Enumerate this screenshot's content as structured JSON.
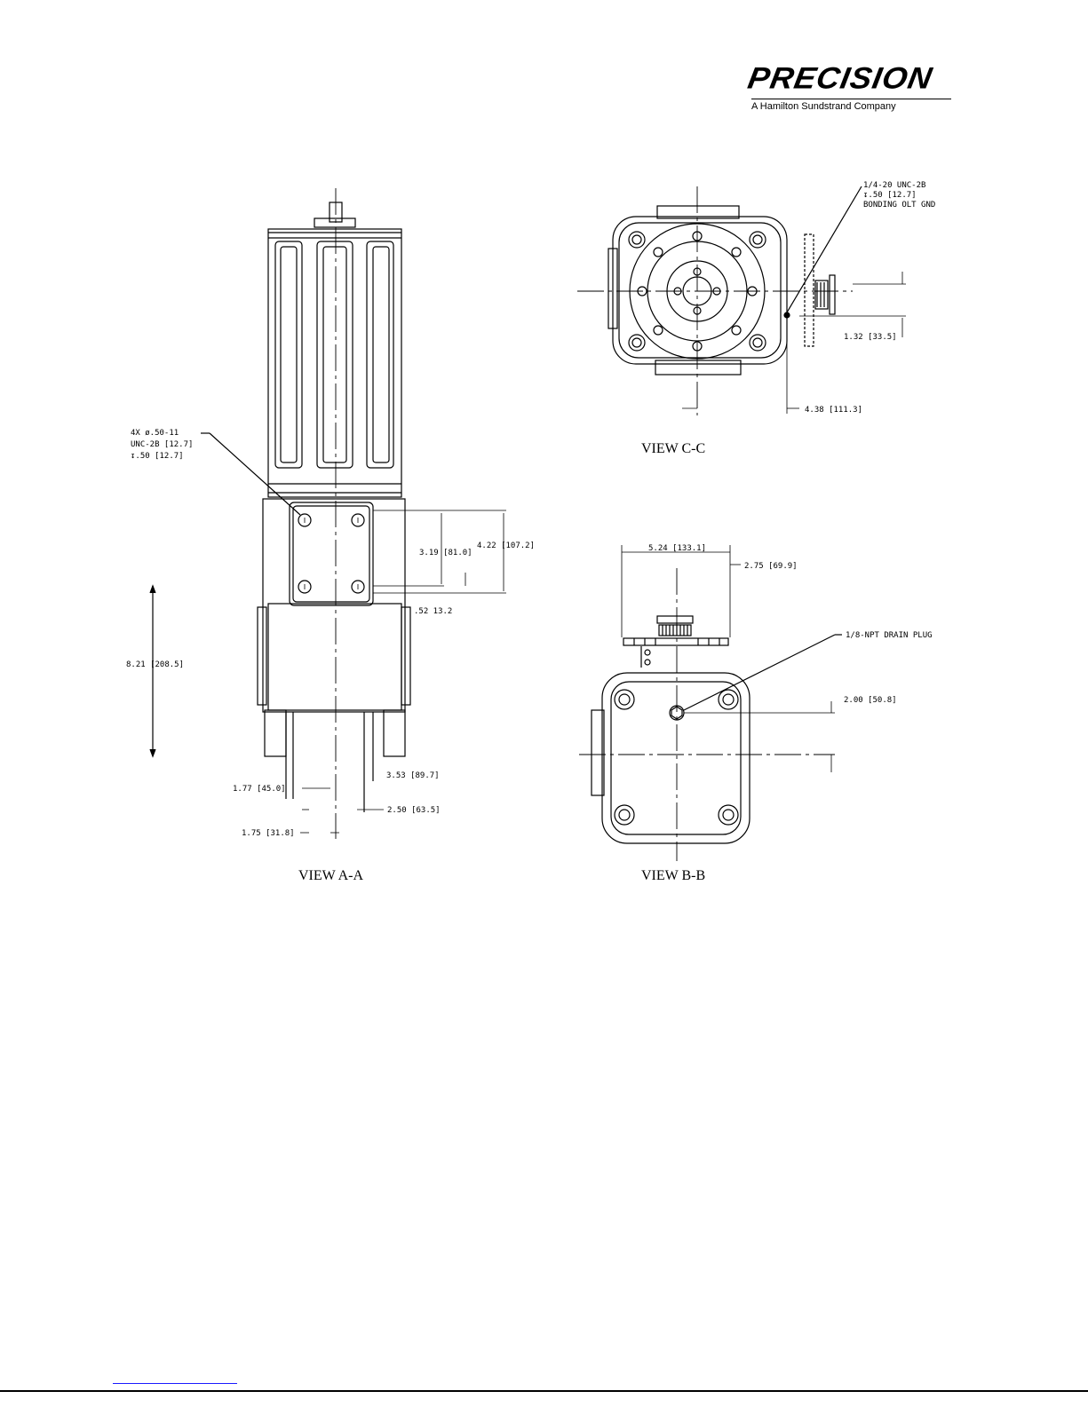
{
  "header": {
    "brand": "PRECISION",
    "tagline": "A Hamilton Sundstrand Company"
  },
  "views": {
    "a": {
      "title": "VIEW  A-A",
      "note_lines": [
        "4X ø.50-11",
        "UNC-2B [12.7]",
        "↧.50 [12.7]"
      ],
      "dims": {
        "height_overall": "8.21 [208.5]",
        "pattern_v1": "3.19 [81.0]",
        "pattern_v2": "4.22 [107.2]",
        "offset_small": ".52 13.2",
        "horiz_1": "1.77 [45.0]",
        "horiz_2": "3.53 [89.7]",
        "horiz_3": "2.50 [63.5]",
        "horiz_4": "1.75 [31.8]"
      }
    },
    "c": {
      "title": "VIEW  C-C",
      "note_lines": [
        "1/4-20 UNC-2B",
        "↧.50 [12.7]",
        "BONDING  OLT GND"
      ],
      "dims": {
        "offset_v": "1.32 [33.5]",
        "offset_h": "4.38 [111.3]"
      }
    },
    "b": {
      "title": "VIEW  B-B",
      "note": "1/8-NPT DRAIN PLUG",
      "dims": {
        "width": "5.24 [133.1]",
        "right": "2.75 [69.9]",
        "plug_height": "2.00 [50.8]"
      }
    }
  }
}
